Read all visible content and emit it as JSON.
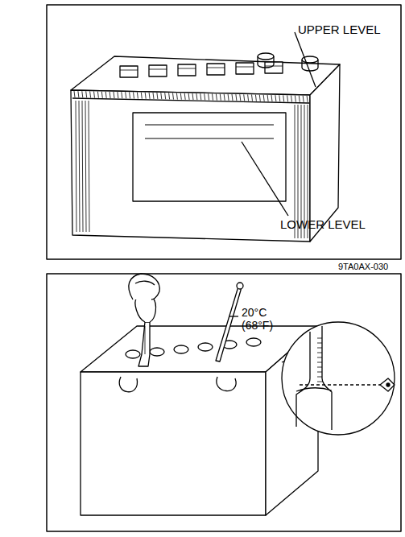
{
  "diagram": {
    "labels": [
      "UPPER LEVEL",
      "LOWER LEVEL",
      "9TA0AX-030",
      "20°C (68°F)"
    ]
  }
}
